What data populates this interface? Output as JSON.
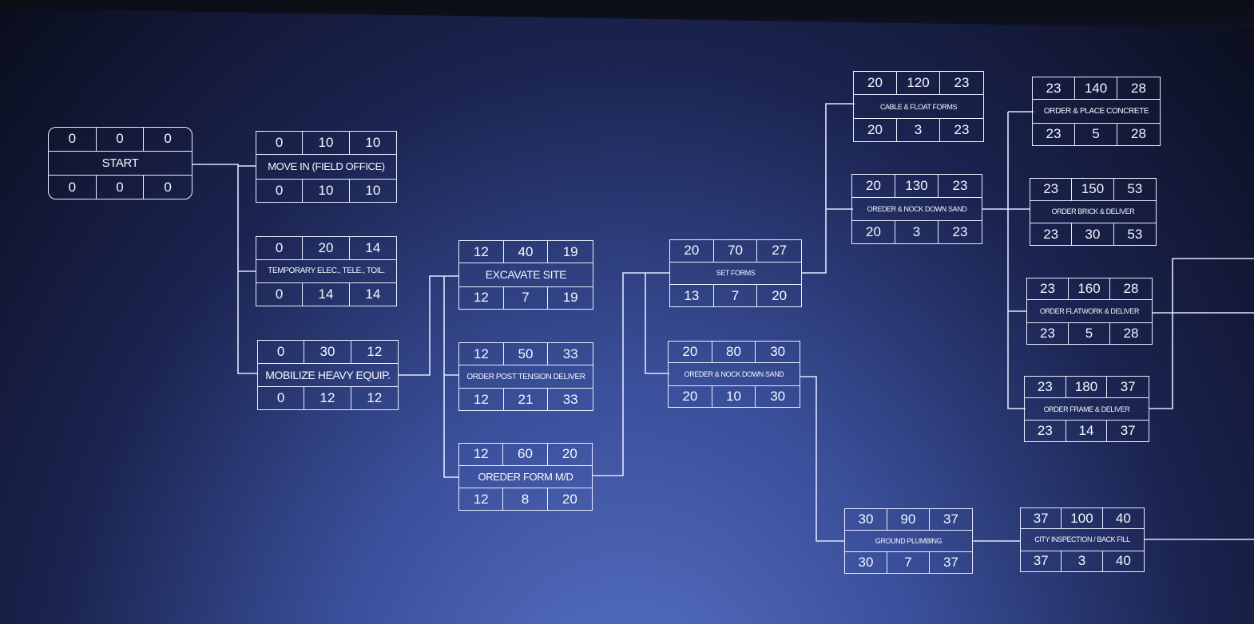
{
  "nodes": {
    "start": {
      "top": [
        "0",
        "0",
        "0"
      ],
      "name": "START",
      "bottom": [
        "0",
        "0",
        "0"
      ]
    },
    "move_in": {
      "top": [
        "0",
        "10",
        "10"
      ],
      "name": "MOVE IN (FIELD OFFICE)",
      "bottom": [
        "0",
        "10",
        "10"
      ]
    },
    "temp_elec": {
      "top": [
        "0",
        "20",
        "14"
      ],
      "name": "TEMPORARY ELEC., TELE., TOIL.",
      "bottom": [
        "0",
        "14",
        "14"
      ]
    },
    "mobilize": {
      "top": [
        "0",
        "30",
        "12"
      ],
      "name": "MOBILIZE HEAVY EQUIP.",
      "bottom": [
        "0",
        "12",
        "12"
      ]
    },
    "excavate": {
      "top": [
        "12",
        "40",
        "19"
      ],
      "name": "EXCAVATE SITE",
      "bottom": [
        "12",
        "7",
        "19"
      ]
    },
    "post_tension": {
      "top": [
        "12",
        "50",
        "33"
      ],
      "name": "ORDER POST TENSION DELIVER",
      "bottom": [
        "12",
        "21",
        "33"
      ]
    },
    "form_mtd": {
      "top": [
        "12",
        "60",
        "20"
      ],
      "name": "OREDER FORM M/D",
      "bottom": [
        "12",
        "8",
        "20"
      ]
    },
    "set_forms": {
      "top": [
        "20",
        "70",
        "27"
      ],
      "name": "SET FORMS",
      "bottom": [
        "13",
        "7",
        "20"
      ]
    },
    "knock_sand_1": {
      "top": [
        "20",
        "80",
        "30"
      ],
      "name": "OREDER & NOCK DOWN SAND",
      "bottom": [
        "20",
        "10",
        "30"
      ]
    },
    "cable_float": {
      "top": [
        "20",
        "120",
        "23"
      ],
      "name": "CABLE & FLOAT FORMS",
      "bottom": [
        "20",
        "3",
        "23"
      ]
    },
    "knock_sand_2": {
      "top": [
        "20",
        "130",
        "23"
      ],
      "name": "OREDER & NOCK DOWN SAND",
      "bottom": [
        "20",
        "3",
        "23"
      ]
    },
    "concrete": {
      "top": [
        "23",
        "140",
        "28"
      ],
      "name": "ORDER & PLACE CONCRETE",
      "bottom": [
        "23",
        "5",
        "28"
      ]
    },
    "brick": {
      "top": [
        "23",
        "150",
        "53"
      ],
      "name": "ORDER BRICK & DELIVER",
      "bottom": [
        "23",
        "30",
        "53"
      ]
    },
    "flatwork": {
      "top": [
        "23",
        "160",
        "28"
      ],
      "name": "ORDER FLATWORK & DELIVER",
      "bottom": [
        "23",
        "5",
        "28"
      ]
    },
    "frame": {
      "top": [
        "23",
        "180",
        "37"
      ],
      "name": "ORDER FRAME & DELIVER",
      "bottom": [
        "23",
        "14",
        "37"
      ]
    },
    "plumbing": {
      "top": [
        "30",
        "90",
        "37"
      ],
      "name": "GROUND PLUMBING",
      "bottom": [
        "30",
        "7",
        "37"
      ]
    },
    "inspection": {
      "top": [
        "37",
        "100",
        "40"
      ],
      "name": "CITY INSPECTION / BACK FILL",
      "bottom": [
        "37",
        "3",
        "40"
      ]
    }
  }
}
